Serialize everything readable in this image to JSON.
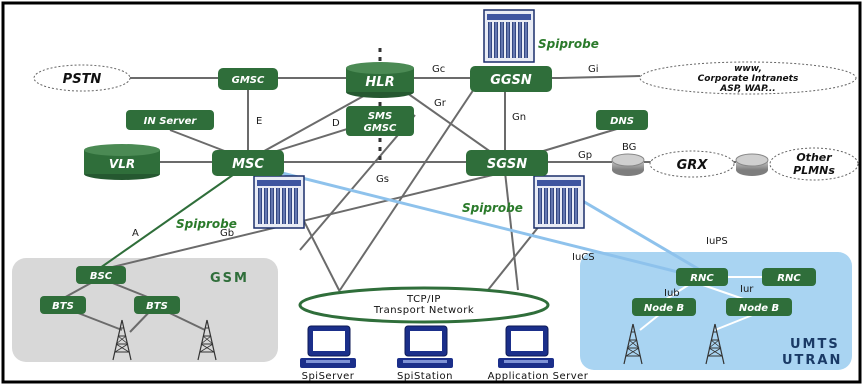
{
  "networks": {
    "pstn": "PSTN",
    "corporate": "www, Corporate Intranets ASP, WAP...",
    "corporate_line1": "www,",
    "corporate_line2": "Corporate Intranets",
    "corporate_line3": "ASP, WAP...",
    "grx": "GRX",
    "other_plmns_1": "Other",
    "other_plmns_2": "PLMNs",
    "bg": "BG"
  },
  "nodes": {
    "gmsc": "GMSC",
    "hlr": "HLR",
    "ggsn": "GGSN",
    "in_server": "IN Server",
    "sms_gmsc_1": "SMS",
    "sms_gmsc_2": "GMSC",
    "dns": "DNS",
    "vlr": "VLR",
    "msc": "MSC",
    "sgsn": "SGSN",
    "bsc": "BSC",
    "bts_1": "BTS",
    "bts_2": "BTS",
    "rnc_1": "RNC",
    "rnc_2": "RNC",
    "nodeb_1": "Node B",
    "nodeb_2": "Node B"
  },
  "interfaces": {
    "gc": "Gc",
    "gi": "Gi",
    "gr": "Gr",
    "gn": "Gn",
    "e": "E",
    "d": "D",
    "gp": "Gp",
    "gs": "Gs",
    "a": "A",
    "gb": "Gb",
    "iups": "IuPS",
    "iucs": "IuCS",
    "iub": "Iub",
    "iur": "Iur"
  },
  "probes": {
    "top": "Spiprobe",
    "left": "Spiprobe",
    "right": "Spiprobe"
  },
  "transport": {
    "line1": "TCP/IP",
    "line2": "Transport Network"
  },
  "regions": {
    "gsm": "GSM",
    "umts_1": "UMTS",
    "umts_2": "UTRAN"
  },
  "stations": {
    "spiserver": "SpiServer",
    "spistation": "SpiStation",
    "app_server": "Application Server"
  },
  "colors": {
    "node_green": "#2f6e3a",
    "probe_green": "#2a7a2a",
    "gsm_region": "#d8d8d8",
    "umts_region": "#a9d4f2",
    "link_grey": "#6b6b6b",
    "link_blue": "#8ec2ec",
    "link_dark_green": "#2f6e3a"
  }
}
